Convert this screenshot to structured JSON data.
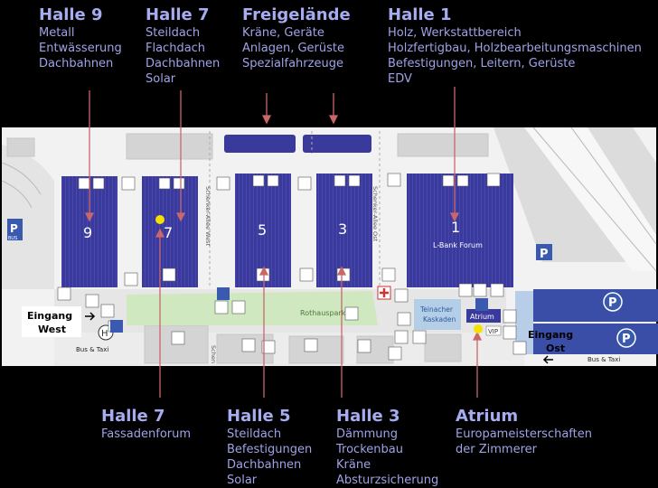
{
  "top_labels": [
    {
      "title": "Halle 9",
      "lines": [
        "Metall",
        "Entwässerung",
        "Dachbahnen"
      ]
    },
    {
      "title": "Halle 7",
      "lines": [
        "Steildach",
        "Flachdach",
        "Dachbahnen",
        "Solar"
      ]
    },
    {
      "title": "Freigelände",
      "lines": [
        "Kräne, Geräte",
        "Anlagen, Gerüste",
        "Spezialfahrzeuge"
      ]
    },
    {
      "title": "Halle 1",
      "lines": [
        "Holz, Werkstattbereich",
        "Holzfertigbau, Holzbearbeitungsmaschinen",
        "Befestigungen, Leitern, Gerüste",
        "EDV"
      ]
    }
  ],
  "bottom_labels": [
    {
      "title": "Halle 7",
      "lines": [
        "Fassadenforum"
      ]
    },
    {
      "title": "Halle 5",
      "lines": [
        "Steildach",
        "Befestigungen",
        "Dachbahnen",
        "Solar"
      ]
    },
    {
      "title": "Halle 3",
      "lines": [
        "Dämmung",
        "Trockenbau",
        "Kräne",
        "Absturzsicherung"
      ]
    },
    {
      "title": "Atrium",
      "lines": [
        "Europameisterschaften",
        "der Zimmerer"
      ]
    }
  ],
  "halls": {
    "h9": "9",
    "h7": "7",
    "h5": "5",
    "h3": "3",
    "h1": "1"
  },
  "map": {
    "lbank": "L-Bank Forum",
    "street_west": "Schenker-Allee West",
    "street_ost": "Schenker-Allee Ost",
    "street_south": "Schen",
    "park": "Rothauspark",
    "kaskaden1": "Teinacher",
    "kaskaden2": "Kaskaden",
    "atrium": "Atrium",
    "vip": "VIP",
    "entrance_west1": "Eingang",
    "entrance_west2": "West",
    "entrance_ost1": "Eingang",
    "entrance_ost2": "Ost",
    "bus_taxi_west": "Bus & Taxi",
    "bus_taxi_ost": "Bus & Taxi",
    "bus": "BUS",
    "parking": "P",
    "taxi_h": "H"
  },
  "colors": {
    "hall": "#3a3a9c",
    "map_bg": "#f2f2f2",
    "park": "#cfe8c0",
    "arrow": "#c9676b",
    "label": "#a7abef",
    "marker": "#f5e000"
  }
}
